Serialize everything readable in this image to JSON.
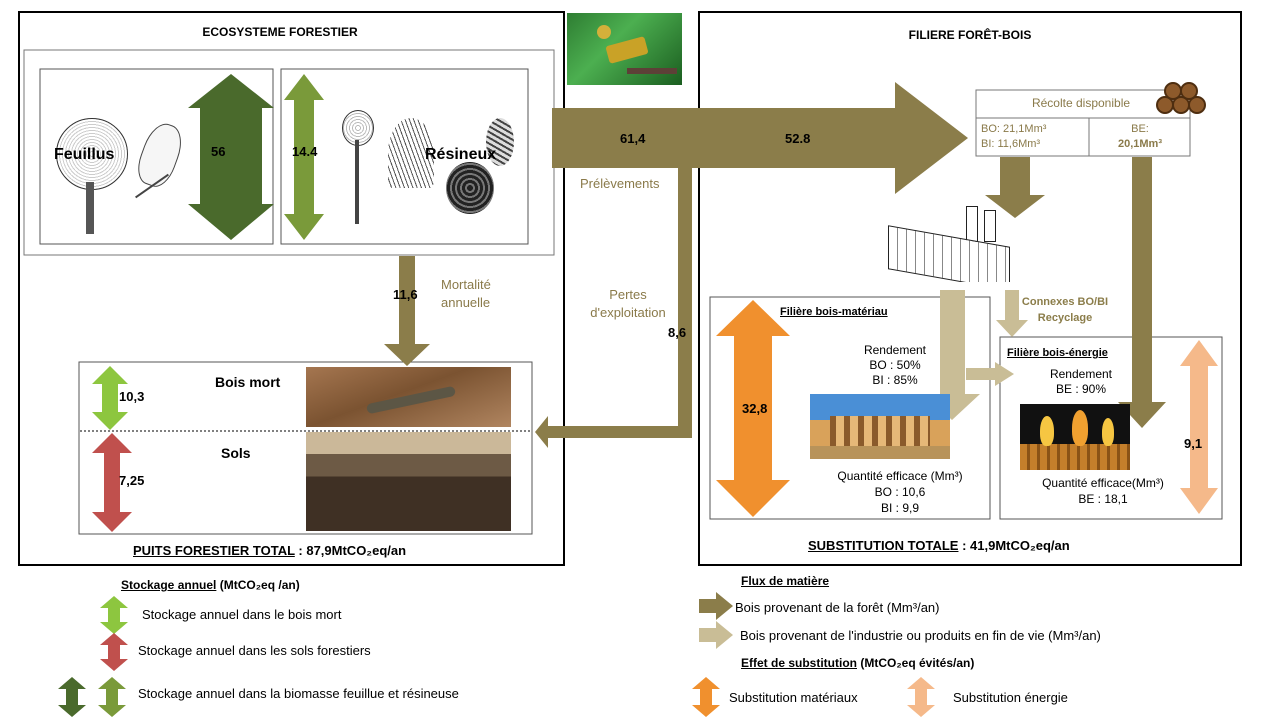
{
  "left": {
    "title": "ECOSYSTEME FORESTIER",
    "feuillus": "Feuillus",
    "resineux": "Résineux",
    "v56": "56",
    "v144": "14.4",
    "v116": "11,6",
    "mortalite": [
      "Mortalité",
      "annuelle"
    ],
    "bois_mort": "Bois mort",
    "sols": "Sols",
    "v103": "10,3",
    "v725": "7,25",
    "total_label": "PUITS FORESTIER TOTAL",
    "total_value": " : 87,9MtCO₂eq/an"
  },
  "middle": {
    "v614": "61,4",
    "prelevements": "Prélèvements",
    "pertes": [
      "Pertes",
      "d'exploitation"
    ],
    "v86": "8,6"
  },
  "right": {
    "title": "FILIERE FORÊT-BOIS",
    "v528": "52.8",
    "recolte": "Récolte disponible",
    "bo": "BO: 21,1Mm³",
    "bi": "BI: 11,6Mm³",
    "be": "BE:",
    "be_val": "20,1Mm³",
    "connexes": [
      "Connexes BO/BI",
      "Recyclage"
    ],
    "materiau_title": "Filière bois-matériau",
    "materiau_rendement": [
      "Rendement",
      "BO : 50%",
      "BI : 85%"
    ],
    "materiau_quantite": [
      "Quantité efficace (Mm³)",
      "BO : 10,6",
      "BI : 9,9"
    ],
    "v328": "32,8",
    "energie_title": "Filière bois-énergie",
    "energie_rendement": [
      "Rendement",
      "BE : 90%"
    ],
    "energie_quantite": [
      "Quantité efficace(Mm³)",
      "BE : 18,1"
    ],
    "v91": "9,1",
    "total_label": "SUBSTITUTION TOTALE",
    "total_value": " : 41,9MtCO₂eq/an"
  },
  "legend": {
    "stockage_title": "Stockage annuel",
    "stockage_unit": " (MtCO₂eq /an)",
    "items_left": [
      "Stockage annuel dans le bois mort",
      "Stockage annuel dans les sols forestiers",
      "Stockage annuel dans la biomasse feuillue et résineuse"
    ],
    "flux_title": "Flux de matière",
    "flux_items": [
      "Bois provenant de la forêt (Mm³/an)",
      "Bois provenant de l'industrie ou produits en fin de vie (Mm³/an)"
    ],
    "effet_title": "Effet de substitution",
    "effet_unit": "  (MtCO₂eq évités/an)",
    "sub_mat": "Substitution matériaux",
    "sub_en": "Substitution énergie"
  },
  "colors": {
    "dark_green": "#4a6a2c",
    "mid_green": "#7a9a3a",
    "light_green": "#8dc63f",
    "red": "#c0504d",
    "olive": "#8b7d4a",
    "beige": "#c9bd96",
    "orange": "#f0902e",
    "peach": "#f5b98a"
  }
}
